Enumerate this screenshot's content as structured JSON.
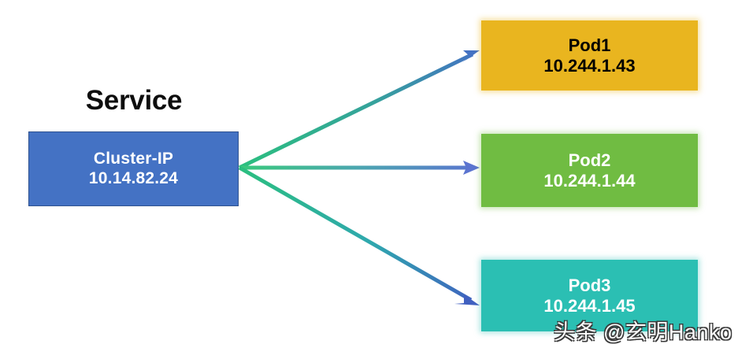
{
  "diagram": {
    "title_label": "Service",
    "service": {
      "name": "Cluster-IP",
      "ip": "10.14.82.24",
      "fill_color": "#4472C4",
      "border_color": "#2F528F",
      "text_color": "#FFFFFF"
    },
    "pods": [
      {
        "name": "Pod1",
        "ip": "10.244.1.43",
        "fill_color": "#E9B51F",
        "text_color": "#000000"
      },
      {
        "name": "Pod2",
        "ip": "10.244.1.44",
        "fill_color": "#70BC42",
        "text_color": "#FFFFFF"
      },
      {
        "name": "Pod3",
        "ip": "10.244.1.45",
        "fill_color": "#2BBFB3",
        "text_color": "#FFFFFF"
      }
    ],
    "connectors": [
      {
        "from": "Cluster-IP",
        "to": "Pod1",
        "start_color": "#2BBF7F",
        "end_color": "#4472C4",
        "direction": "to-pod"
      },
      {
        "from": "Cluster-IP",
        "to": "Pod2",
        "start_color": "#2BBF7F",
        "end_color": "#5B74D0",
        "direction": "to-pod"
      },
      {
        "from": "Cluster-IP",
        "to": "Pod3",
        "start_color": "#2BBF7F",
        "end_color": "#4060C0",
        "direction": "to-pod"
      }
    ],
    "watermark": "头条 @玄明Hanko"
  }
}
